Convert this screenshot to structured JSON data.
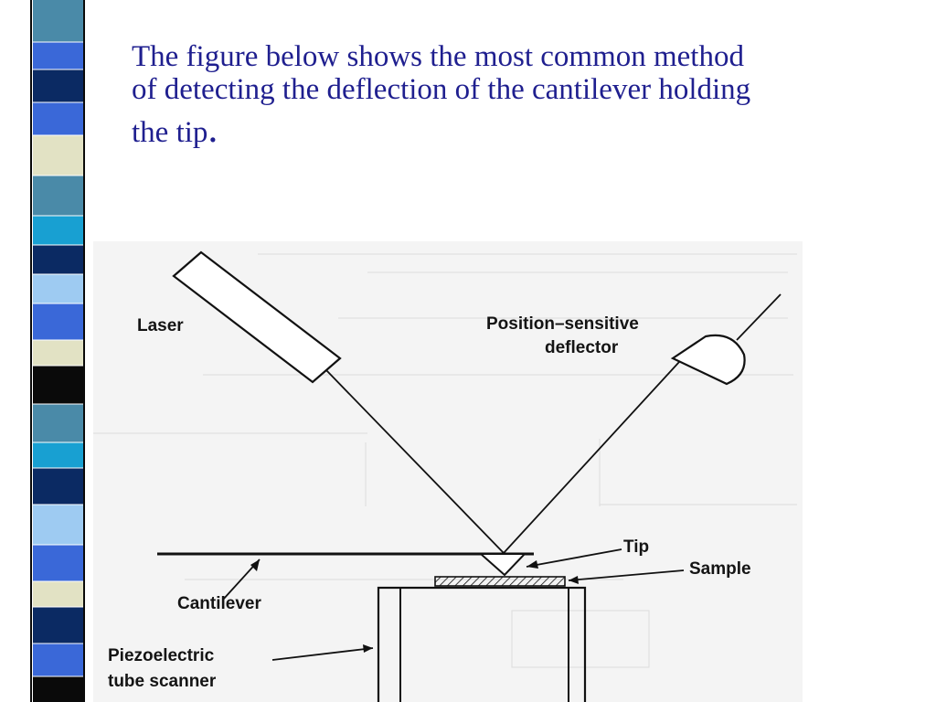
{
  "slide": {
    "title_line1": "The figure below shows the most common method",
    "title_line2": "of detecting the deflection of the cantilever holding",
    "title_line3": "the tip",
    "title_end_mark": "."
  },
  "diagram": {
    "labels": {
      "laser": "Laser",
      "detector_line1": "Position–sensitive",
      "detector_line2": "deflector",
      "tip": "Tip",
      "sample": "Sample",
      "cantilever": "Cantilever",
      "scanner_line1": "Piezoelectric",
      "scanner_line2": "tube scanner"
    }
  },
  "theme": {
    "title_color": "#1f1f8f",
    "stripe_colors": [
      "#4a8aa8",
      "#0b2a63",
      "#3a68d8",
      "#0a0a0a",
      "#e2e2c4",
      "#18a0d2",
      "#9ecbf2",
      "#ffffff"
    ]
  }
}
